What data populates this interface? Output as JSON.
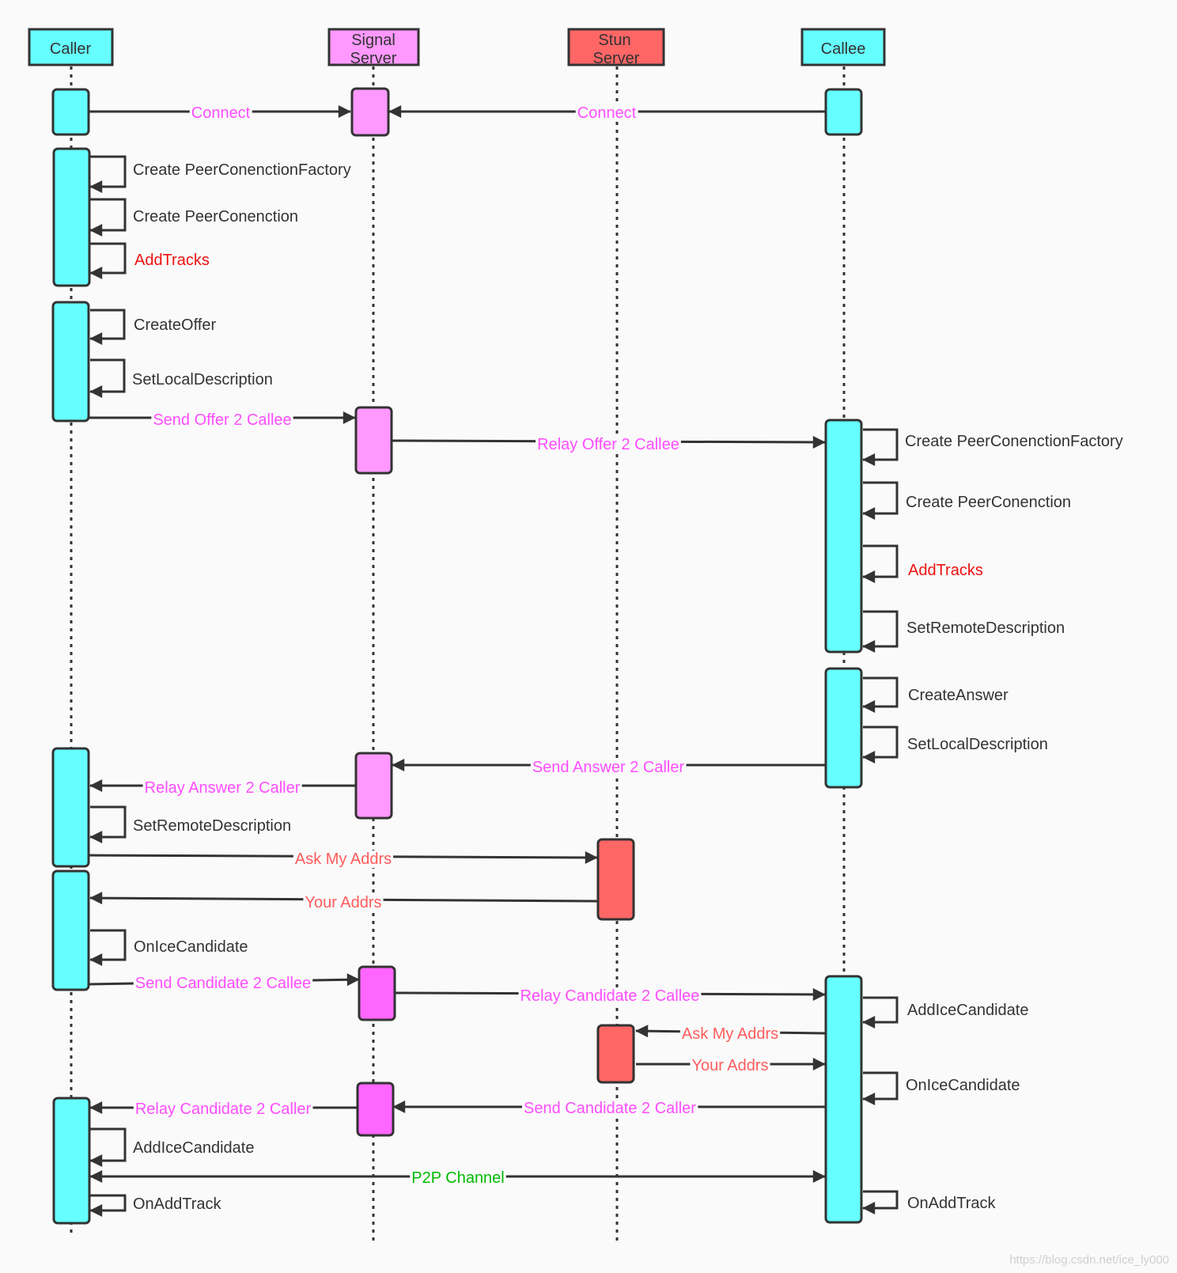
{
  "participants": {
    "caller": "Caller",
    "signal": [
      "Signal",
      "Server"
    ],
    "stun": [
      "Stun",
      "Server"
    ],
    "callee": "Callee"
  },
  "colors": {
    "cyan": "#66ffff",
    "signal": "#ff99ff",
    "signal_dark": "#ff66ff",
    "stun": "#ff6666",
    "magenta_text": "#ff4dff",
    "salmon_text": "#ff5c5c",
    "red_text": "#ee1111",
    "green_text": "#00bb00",
    "line": "#333333"
  },
  "messages": {
    "connect_caller": "Connect",
    "connect_callee": "Connect",
    "send_offer": "Send Offer 2 Callee",
    "relay_offer": "Relay Offer 2 Callee",
    "send_answer": "Send Answer 2 Caller",
    "relay_answer": "Relay Answer 2 Caller",
    "ask_addrs_caller": "Ask My Addrs",
    "your_addrs_caller": "Your Addrs",
    "send_candidate_callee": "Send Candidate 2 Callee",
    "relay_candidate_callee": "Relay Candidate 2 Callee",
    "ask_addrs_callee": "Ask My Addrs",
    "your_addrs_callee": "Your Addrs",
    "send_candidate_caller": "Send Candidate 2 Caller",
    "relay_candidate_caller": "Relay Candidate 2 Caller",
    "p2p": "P2P Channel"
  },
  "self_calls": {
    "caller_factory": "Create PeerConenctionFactory",
    "caller_pc": "Create PeerConenction",
    "caller_addtracks": "AddTracks",
    "caller_createoffer": "CreateOffer",
    "caller_setlocal": "SetLocalDescription",
    "callee_factory": "Create PeerConenctionFactory",
    "callee_pc": "Create PeerConenction",
    "callee_addtracks": "AddTracks",
    "callee_setremote": "SetRemoteDescription",
    "callee_createanswer": "CreateAnswer",
    "callee_setlocal": "SetLocalDescription",
    "caller_setremote": "SetRemoteDescription",
    "caller_onice": "OnIceCandidate",
    "callee_addice": "AddIceCandidate",
    "callee_onice": "OnIceCandidate",
    "caller_addice": "AddIceCandidate",
    "caller_onaddtrack": "OnAddTrack",
    "callee_onaddtrack": "OnAddTrack"
  },
  "watermark": "https://blog.csdn.net/ice_ly000"
}
